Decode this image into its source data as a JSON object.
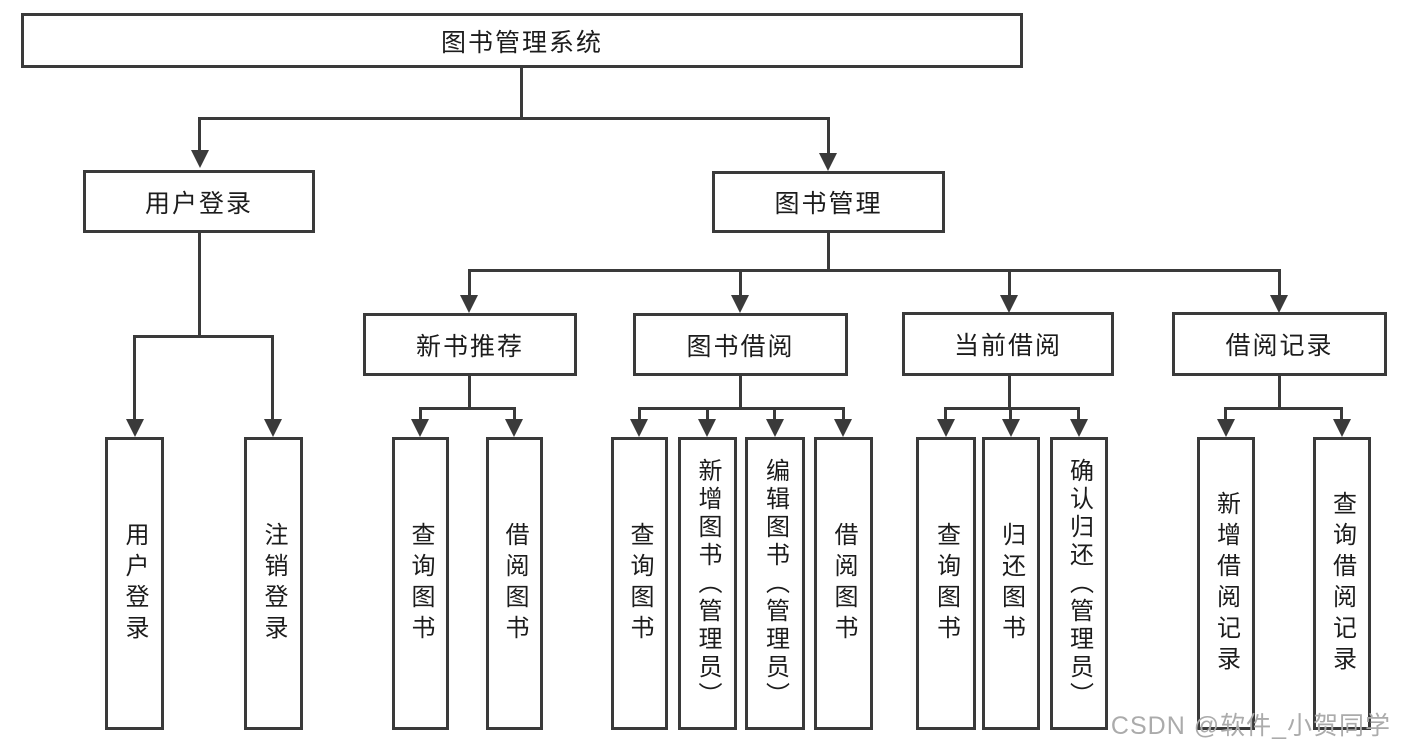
{
  "diagram": {
    "root": {
      "label": "图书管理系统"
    },
    "branches": [
      {
        "label": "用户登录",
        "leaves": [
          {
            "label": "用户登录"
          },
          {
            "label": "注销登录"
          }
        ]
      },
      {
        "label": "图书管理",
        "groups": [
          {
            "label": "新书推荐",
            "leaves": [
              {
                "label": "查询图书"
              },
              {
                "label": "借阅图书"
              }
            ]
          },
          {
            "label": "图书借阅",
            "leaves": [
              {
                "label": "查询图书"
              },
              {
                "label": "新增图书（管理员）"
              },
              {
                "label": "编辑图书（管理员）"
              },
              {
                "label": "借阅图书"
              }
            ]
          },
          {
            "label": "当前借阅",
            "leaves": [
              {
                "label": "查询图书"
              },
              {
                "label": "归还图书"
              },
              {
                "label": "确认归还（管理员）"
              }
            ]
          },
          {
            "label": "借阅记录",
            "leaves": [
              {
                "label": "新增借阅记录"
              },
              {
                "label": "查询借阅记录"
              }
            ]
          }
        ]
      }
    ]
  },
  "style": {
    "background": "#ffffff",
    "line_color": "#3a3a3a",
    "box_border_color": "#3a3a3a",
    "text_color": "#1c1c1c",
    "watermark_color": "#ababab"
  },
  "watermark": {
    "text": "CSDN @软件_小贺同学"
  }
}
